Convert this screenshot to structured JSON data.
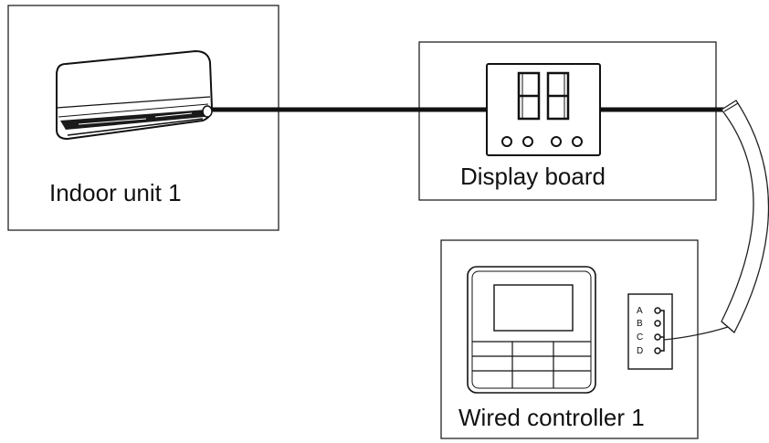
{
  "indoor_unit": {
    "label": "Indoor unit 1"
  },
  "display_board": {
    "label": "Display board",
    "buttons": 4
  },
  "wired_controller": {
    "label": "Wired controller 1",
    "terminals": [
      "A",
      "B",
      "C",
      "D"
    ]
  },
  "colors": {
    "line": "#111111",
    "background": "#ffffff"
  },
  "icons": [
    "air-conditioner-icon",
    "seven-segment-display-icon",
    "controller-keypad-icon"
  ]
}
